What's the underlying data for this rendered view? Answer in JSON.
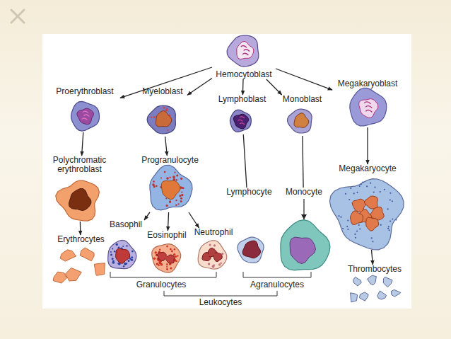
{
  "diagram": {
    "nodes": [
      {
        "text": [
          "Hemocytoblast"
        ]
      },
      {
        "text": [
          "Proerythroblast"
        ]
      },
      {
        "text": [
          "Myeloblast"
        ]
      },
      {
        "text": [
          "Lymphoblast"
        ]
      },
      {
        "text": [
          "Monoblast"
        ]
      },
      {
        "text": [
          "Megakaryoblast"
        ]
      },
      {
        "text": [
          "Polychromatic erythroblast"
        ]
      },
      {
        "text": [
          "Progranulocyte"
        ]
      },
      {
        "text": [
          "Lymphocyte"
        ]
      },
      {
        "text": [
          "Monocyte"
        ]
      },
      {
        "text": [
          "Megakaryocyte"
        ]
      },
      {
        "text": [
          "Basophil"
        ]
      },
      {
        "text": [
          "Eosinophil"
        ]
      },
      {
        "text": [
          "Neutrophil"
        ]
      },
      {
        "text": [
          "Erythrocytes"
        ]
      },
      {
        "text": [
          "Thrombocytes"
        ]
      }
    ],
    "edges": [
      {
        "from": 0,
        "to": 1,
        "arrow": "to"
      },
      {
        "from": 0,
        "to": 2,
        "arrow": "to"
      },
      {
        "from": 0,
        "to": 3,
        "arrow": "to"
      },
      {
        "from": 0,
        "to": 4,
        "arrow": "to"
      },
      {
        "from": 0,
        "to": 5,
        "arrow": "to"
      },
      {
        "from": 1,
        "to": 6,
        "arrow": "to"
      },
      {
        "from": 2,
        "to": 7,
        "arrow": "to"
      },
      {
        "from": 3,
        "to": 8,
        "arrow": "none"
      },
      {
        "from": 4,
        "to": 9,
        "arrow": "none"
      },
      {
        "from": 5,
        "to": 10,
        "arrow": "to"
      },
      {
        "from": 6,
        "to": 14,
        "arrow": "to"
      },
      {
        "from": 7,
        "to": 11,
        "arrow": "to"
      },
      {
        "from": 7,
        "to": 12,
        "arrow": "to"
      },
      {
        "from": 7,
        "to": 13,
        "arrow": "to"
      },
      {
        "from": 10,
        "to": 15,
        "arrow": "to"
      }
    ],
    "labels": [
      "Granulocytes",
      "Agranulocytes",
      "Leukocytes"
    ]
  }
}
